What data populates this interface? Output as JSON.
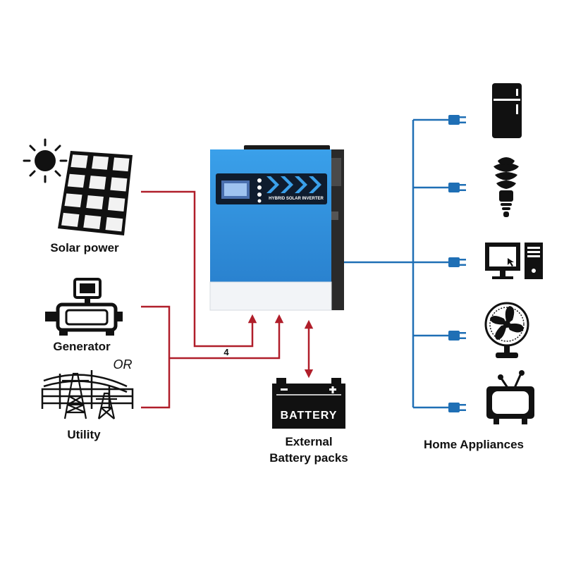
{
  "labels": {
    "solar": "Solar power",
    "generator": "Generator",
    "or": "OR",
    "utility": "Utility",
    "battery_box": "BATTERY",
    "battery_caption_line1": "External",
    "battery_caption_line2": "Battery packs",
    "appliances": "Home Appliances",
    "wire_number": "4",
    "inverter_panel": "HYBRID SOLAR INVERTER"
  },
  "icons": [
    "sun-icon",
    "solar-panel-icon",
    "generator-icon",
    "utility-tower-icon",
    "inverter-icon",
    "battery-icon",
    "refrigerator-icon",
    "light-bulb-icon",
    "computer-icon",
    "fan-icon",
    "television-icon",
    "plug-icon"
  ],
  "colors": {
    "input_wire": "#b01e2a",
    "output_wire": "#1f6fb5",
    "inverter_body": "#2f8fdc",
    "inverter_panel": "#0f1c2e",
    "icon": "#111111"
  }
}
